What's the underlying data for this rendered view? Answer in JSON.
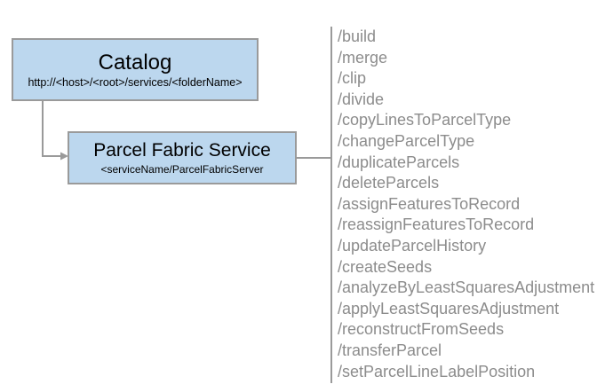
{
  "diagram": {
    "nodes": [
      {
        "id": "catalog",
        "title": "Catalog",
        "subtitle": "http://<host>/<root>/services/<folderName>"
      },
      {
        "id": "parcel-fabric-service",
        "title": "Parcel Fabric Service",
        "subtitle": "<serviceName/ParcelFabricServer"
      }
    ],
    "colors": {
      "node_fill": "#bcd7ee",
      "node_border": "#9a9a9a",
      "connector": "#9a9a9a",
      "operation_text": "#8c8c8c",
      "node_text": "#000000",
      "background": "#ffffff"
    },
    "operations": [
      "/build",
      "/merge",
      "/clip",
      "/divide",
      "/copyLinesToParcelType",
      "/changeParcelType",
      "/duplicateParcels",
      "/deleteParcels",
      "/assignFeaturesToRecord",
      "/reassignFeaturesToRecord",
      "/updateParcelHistory",
      "/createSeeds",
      "/analyzeByLeastSquaresAdjustment",
      "/applyLeastSquaresAdjustment",
      "/reconstructFromSeeds",
      "/transferParcel",
      "/setParcelLineLabelPosition"
    ]
  }
}
